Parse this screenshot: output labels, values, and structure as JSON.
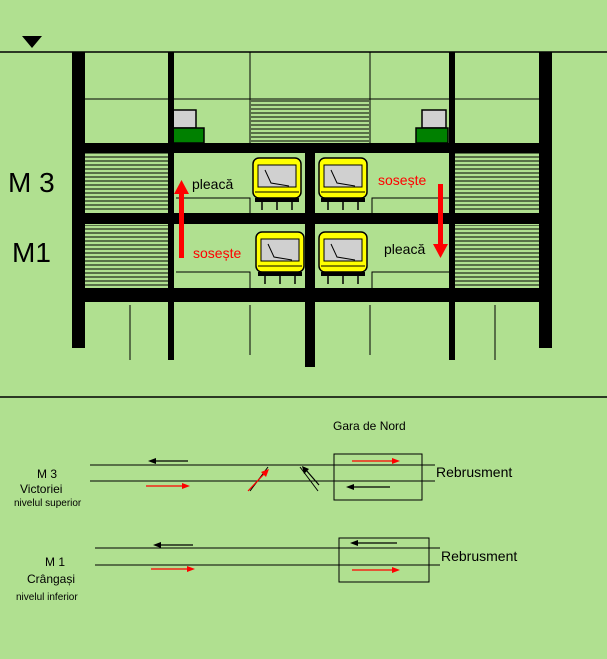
{
  "section_view": {
    "level_labels": {
      "upper": "M 3",
      "lower": "M1"
    },
    "annotations": {
      "upper_left": "pleacă",
      "upper_right": "sosește",
      "lower_left": "sosește",
      "lower_right": "pleacă"
    }
  },
  "track_diagram": {
    "station": "Gara de Nord",
    "m3": {
      "line": "M 3",
      "terminus": "Victoriei",
      "level": "nivelul superior",
      "turnback": "Rebrusment"
    },
    "m1": {
      "line": "M 1",
      "terminus": "Crângași",
      "level": "nivelul  inferior",
      "turnback": "Rebrusment"
    }
  },
  "colors": {
    "background": "#b0e090",
    "structure": "#000000",
    "arrival_arrow": "#ff0000",
    "train_body": "#ffff00",
    "fixture_dark": "#008000"
  },
  "icons": [
    "water-level-triangle-icon",
    "train-front-icon",
    "up-arrow-icon",
    "down-arrow-icon"
  ]
}
